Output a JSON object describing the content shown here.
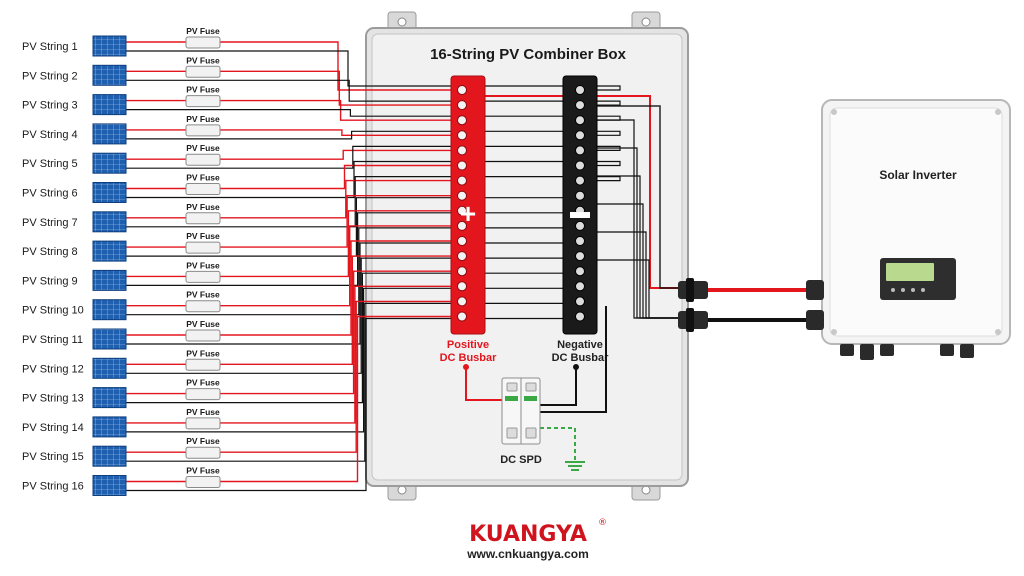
{
  "title": "16-String PV Combiner Box",
  "strings": [
    {
      "label": "PV String 1",
      "fuse": "PV Fuse"
    },
    {
      "label": "PV String 2",
      "fuse": "PV Fuse"
    },
    {
      "label": "PV String 3",
      "fuse": "PV Fuse"
    },
    {
      "label": "PV String 4",
      "fuse": "PV Fuse"
    },
    {
      "label": "PV String 5",
      "fuse": "PV Fuse"
    },
    {
      "label": "PV String 6",
      "fuse": "PV Fuse"
    },
    {
      "label": "PV String 7",
      "fuse": "PV Fuse"
    },
    {
      "label": "PV String 8",
      "fuse": "PV Fuse"
    },
    {
      "label": "PV String 9",
      "fuse": "PV Fuse"
    },
    {
      "label": "PV String 10",
      "fuse": "PV Fuse"
    },
    {
      "label": "PV String 11",
      "fuse": "PV Fuse"
    },
    {
      "label": "PV String 12",
      "fuse": "PV Fuse"
    },
    {
      "label": "PV String 13",
      "fuse": "PV Fuse"
    },
    {
      "label": "PV String 14",
      "fuse": "PV Fuse"
    },
    {
      "label": "PV String 15",
      "fuse": "PV Fuse"
    },
    {
      "label": "PV String 16",
      "fuse": "PV Fuse"
    }
  ],
  "positive_busbar": {
    "symbol": "+",
    "line1": "Positive",
    "line2": "DC Busbar",
    "color": "#e3161e"
  },
  "negative_busbar": {
    "symbol": "−",
    "line1": "Negative",
    "line2": "DC Busbar",
    "color": "#1a1a1a"
  },
  "spd": {
    "label": "DC SPD"
  },
  "inverter": {
    "label": "Solar Inverter"
  },
  "brand": {
    "name": "KUANGYA",
    "mark": "®",
    "url": "www.cnkuangya.com",
    "color": "#d0141e"
  },
  "colors": {
    "positive_wire": "#e3161e",
    "negative_wire": "#111111",
    "ground_wire": "#3aa845",
    "panel": "#1f5fb0"
  }
}
